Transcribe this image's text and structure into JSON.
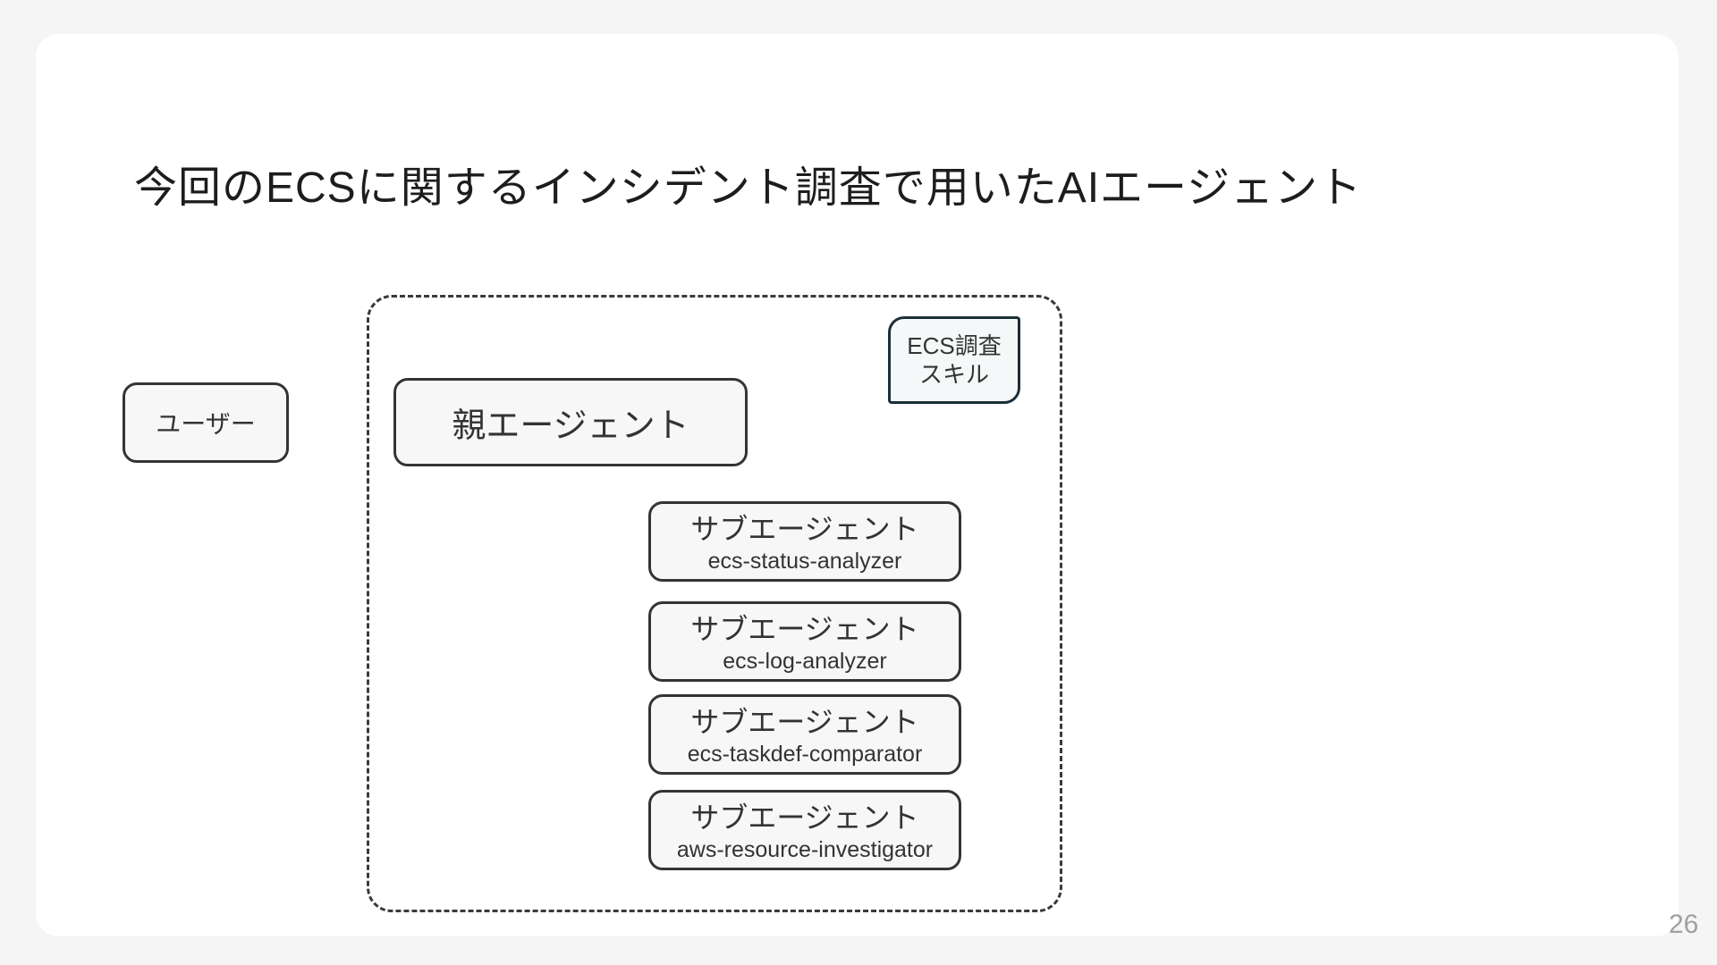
{
  "slide": {
    "title": "今回のECSに関するインシデント調査で用いたAIエージェント",
    "page_number": "26"
  },
  "diagram": {
    "user_node": {
      "label": "ユーザー"
    },
    "agent_group": {
      "parent_node": {
        "label": "親エージェント"
      },
      "skill_node": {
        "line1": "ECS調査",
        "line2": "スキル"
      },
      "subagents": [
        {
          "role": "サブエージェント",
          "name": "ecs-status-analyzer"
        },
        {
          "role": "サブエージェント",
          "name": "ecs-log-analyzer"
        },
        {
          "role": "サブエージェント",
          "name": "ecs-taskdef-comparator"
        },
        {
          "role": "サブエージェント",
          "name": "aws-resource-investigator"
        }
      ]
    },
    "colors": {
      "slide_background": "#f5f5f6",
      "card_background": "#ffffff",
      "node_fill": "#f7f7f7",
      "node_border": "#343434",
      "skill_node_border": "#1b2f38",
      "dashed_group_border": "#3a3a3a",
      "title_text": "#1d1d1f",
      "node_text": "#333333",
      "page_number_text": "#a0a0a0"
    }
  }
}
